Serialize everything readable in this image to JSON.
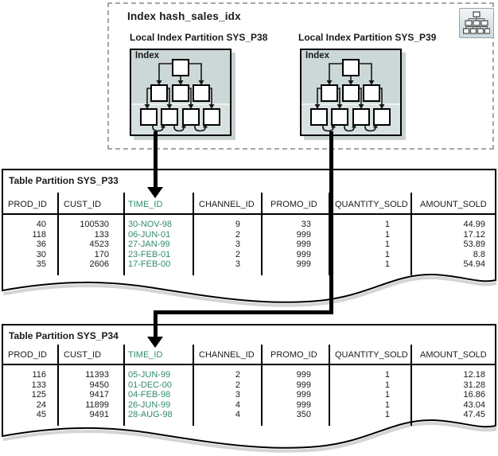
{
  "index_group": {
    "title": "Index hash_sales_idx",
    "icon": "hierarchy-icon",
    "partitions": [
      {
        "label": "Local Index Partition SYS_P38",
        "box_label": "Index"
      },
      {
        "label": "Local Index Partition SYS_P39",
        "box_label": "Index"
      }
    ]
  },
  "highlight_column": "TIME_ID",
  "colors": {
    "time_id_text": "#2f8b6e",
    "index_box_fill": "#ccd7d7",
    "index_box_fill_lower": "#d8e1e1"
  },
  "tables": [
    {
      "title": "Table Partition SYS_P33",
      "columns": [
        "PROD_ID",
        "CUST_ID",
        "TIME_ID",
        "CHANNEL_ID",
        "PROMO_ID",
        "QUANTITY_SOLD",
        "AMOUNT_SOLD"
      ],
      "rows": [
        [
          "40",
          "100530",
          "30-NOV-98",
          "9",
          "33",
          "1",
          "44.99"
        ],
        [
          "118",
          "133",
          "06-JUN-01",
          "2",
          "999",
          "1",
          "17.12"
        ],
        [
          "36",
          "4523",
          "27-JAN-99",
          "3",
          "999",
          "1",
          "53.89"
        ],
        [
          "30",
          "170",
          "23-FEB-01",
          "2",
          "999",
          "1",
          "8.8"
        ],
        [
          "35",
          "2606",
          "17-FEB-00",
          "3",
          "999",
          "1",
          "54.94"
        ]
      ]
    },
    {
      "title": "Table Partition SYS_P34",
      "columns": [
        "PROD_ID",
        "CUST_ID",
        "TIME_ID",
        "CHANNEL_ID",
        "PROMO_ID",
        "QUANTITY_SOLD",
        "AMOUNT_SOLD"
      ],
      "rows": [
        [
          "116",
          "11393",
          "05-JUN-99",
          "2",
          "999",
          "1",
          "12.18"
        ],
        [
          "133",
          "9450",
          "01-DEC-00",
          "2",
          "999",
          "1",
          "31.28"
        ],
        [
          "125",
          "9417",
          "04-FEB-98",
          "3",
          "999",
          "1",
          "16.86"
        ],
        [
          "24",
          "11899",
          "26-JUN-99",
          "4",
          "999",
          "1",
          "43.04"
        ],
        [
          "45",
          "9491",
          "28-AUG-98",
          "4",
          "350",
          "1",
          "47.45"
        ]
      ]
    }
  ]
}
